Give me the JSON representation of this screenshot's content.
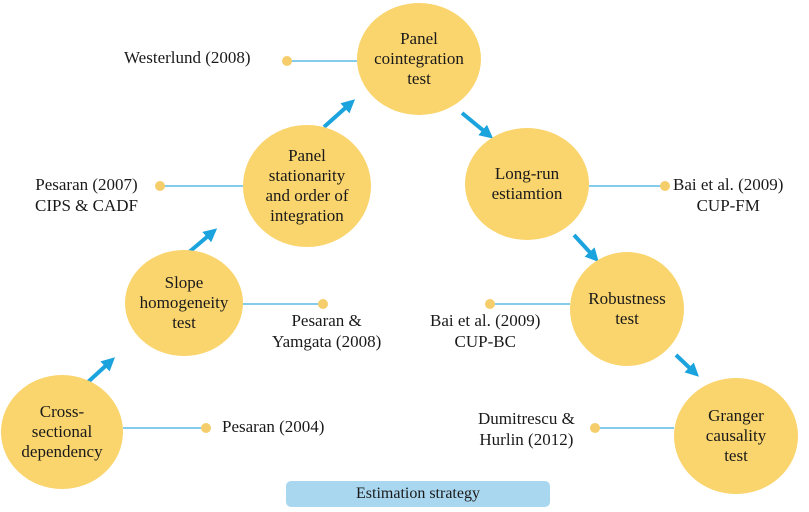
{
  "colors": {
    "node_fill": "#fad46c",
    "dot_fill": "#f5cd6a",
    "arrow": "#1ba3de",
    "connector": "#5bbbe3",
    "caption_fill": "#a9d7f0"
  },
  "caption": "Estimation strategy",
  "steps": [
    {
      "id": "cross-sectional-dependency",
      "label": "Cross-sectional\ndependency"
    },
    {
      "id": "slope-homogeneity-test",
      "label": "Slope\nhomogeneity\ntest"
    },
    {
      "id": "panel-stationarity",
      "label": "Panel\nstationarity\nand order of\nintegration"
    },
    {
      "id": "panel-cointegration-test",
      "label": "Panel\ncointegration\ntest"
    },
    {
      "id": "long-run-estimation",
      "label": "Long-run\nestiamtion"
    },
    {
      "id": "robustness-test",
      "label": "Robustness\ntest"
    },
    {
      "id": "granger-causality-test",
      "label": "Granger\ncausality\ntest"
    }
  ],
  "references": [
    {
      "step": "cross-sectional-dependency",
      "text": "Pesaran (2004)"
    },
    {
      "step": "slope-homogeneity-test",
      "text": "Pesaran &\nYamgata (2008)"
    },
    {
      "step": "panel-stationarity",
      "text": "Pesaran (2007)\nCIPS & CADF"
    },
    {
      "step": "panel-cointegration-test",
      "text": "Westerlund (2008)"
    },
    {
      "step": "long-run-estimation",
      "text": "Bai et al. (2009)\nCUP-FM"
    },
    {
      "step": "robustness-test",
      "text": "Bai et al. (2009)\nCUP-BC"
    },
    {
      "step": "granger-causality-test",
      "text": "Dumitrescu &\nHurlin (2012)"
    }
  ]
}
